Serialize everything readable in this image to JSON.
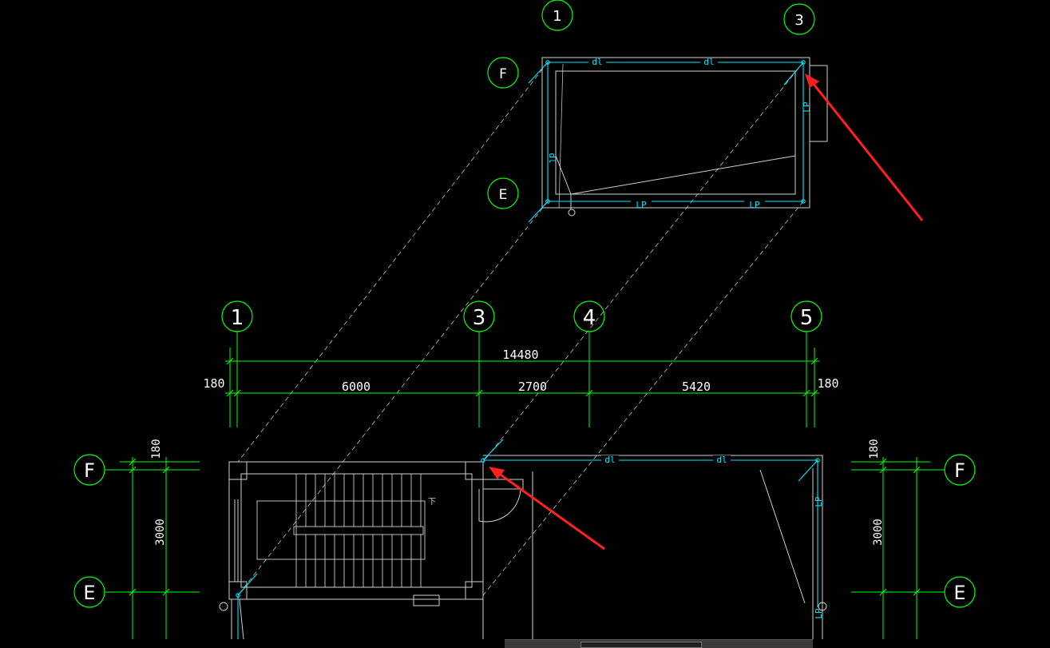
{
  "drawing": {
    "colors": {
      "background": "#000000",
      "axis_bubble": "#00ff00",
      "dimension": "#00ff00",
      "wall": "#cfcfcf",
      "pipe": "#00e5ff",
      "projection": "#bdbdbd",
      "annotation_arrow": "#ff2020"
    },
    "upper_detail": {
      "axis_columns": [
        "1",
        "3"
      ],
      "axis_rows": [
        "F",
        "E"
      ],
      "pipe_tags": {
        "top_1": "dl",
        "top_2": "dl",
        "right": "LP",
        "left": "dl",
        "bottom_1": "LP",
        "bottom_2": "LP"
      }
    },
    "plan": {
      "axis_columns": [
        "1",
        "3",
        "4",
        "5"
      ],
      "axis_rows_left": [
        "F",
        "E"
      ],
      "axis_rows_right": [
        "F",
        "E"
      ],
      "dimensions": {
        "overall": "14480",
        "left_offset": "180",
        "right_offset": "180",
        "bay_1": "6000",
        "bay_2": "2700",
        "bay_3": "5420",
        "row_offset_left": "180",
        "row_span_left": "3000",
        "row_offset_right": "180",
        "row_span_right": "3000"
      },
      "pipe_tags": {
        "top_1": "dl",
        "top_2": "dl",
        "right_1": "LP",
        "right_2": "LP"
      },
      "stair_note": "下"
    }
  }
}
